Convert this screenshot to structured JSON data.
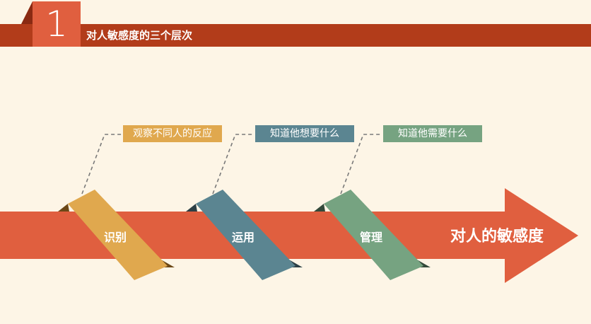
{
  "header": {
    "number": "1",
    "title": "对人敏感度的三个层次"
  },
  "arrow": {
    "label": "对人的敏感度"
  },
  "stages": [
    {
      "label": "识别",
      "note": "观察不同人的反应",
      "color": "#e0a84e"
    },
    {
      "label": "运用",
      "note": "知道他想要什么",
      "color": "#5b8591"
    },
    {
      "label": "管理",
      "note": "知道他需要什么",
      "color": "#76a381"
    }
  ],
  "colors": {
    "arrow": "#e05f3f",
    "header_bar": "#b23c1a",
    "background": "#fdf5e6"
  }
}
